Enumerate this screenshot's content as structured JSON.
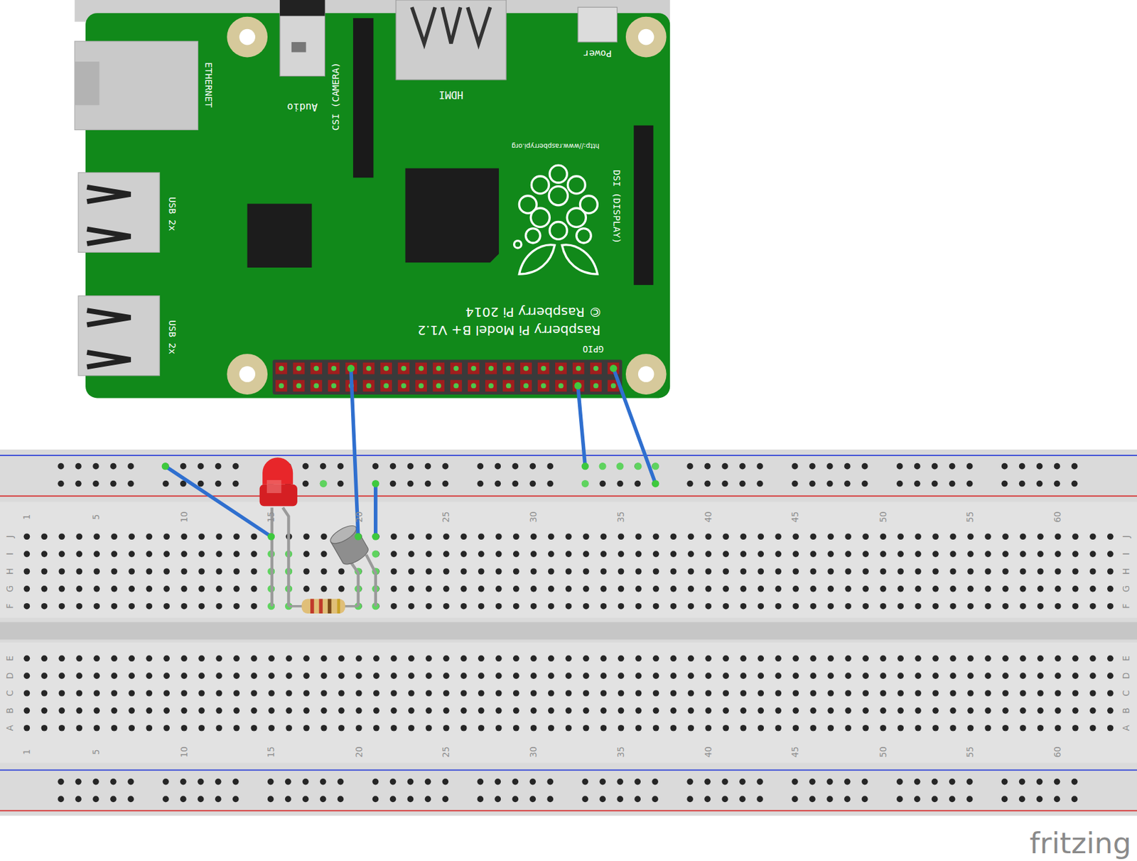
{
  "diagram": {
    "labels": [
      "ETHERNET",
      "Audio",
      "CSI (CAMERA)",
      "HDMI",
      "Power",
      "http://www.raspberrypi.org",
      "DSI (DISPLAY)",
      "USB 2x",
      "USB 2x",
      "© Raspberry Pi 2014",
      "Raspberry Pi Model B+ V1.2",
      "GPIO",
      "1",
      "5",
      "10",
      "15",
      "20",
      "25",
      "30",
      "35",
      "40",
      "45",
      "50",
      "55",
      "60",
      "J",
      "I",
      "H",
      "G",
      "F",
      "E",
      "D",
      "C",
      "B",
      "A",
      "J",
      "I",
      "H",
      "G",
      "F",
      "E",
      "D",
      "C",
      "B",
      "A",
      "1",
      "5",
      "10",
      "15",
      "20",
      "25",
      "30",
      "35",
      "40",
      "45",
      "50",
      "55",
      "60",
      "fritzing"
    ]
  }
}
